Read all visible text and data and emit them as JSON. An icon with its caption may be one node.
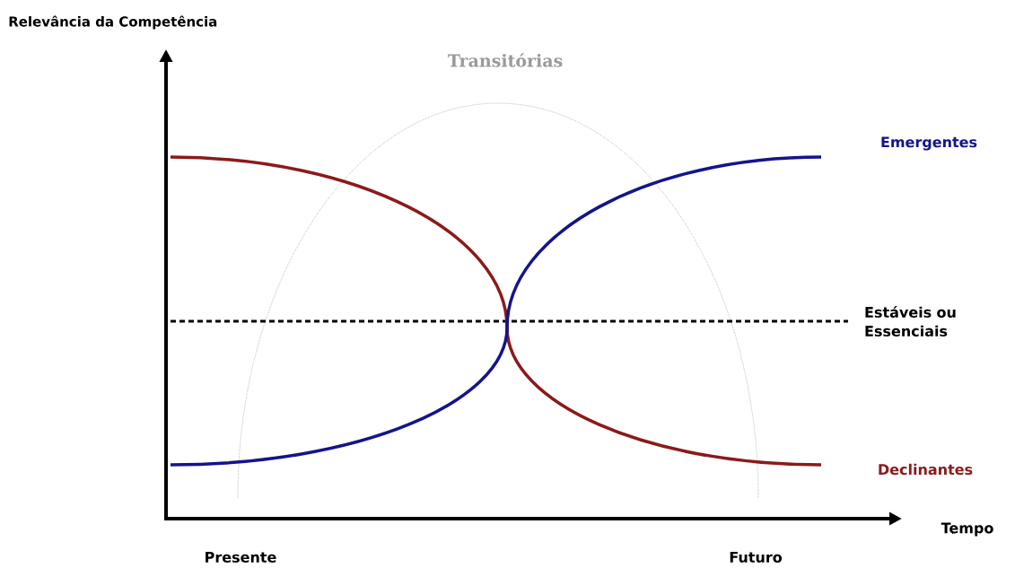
{
  "diagram": {
    "labels": [
      "Relevância da Competência",
      "Transitórias",
      "Emergentes",
      "Estáveis ou Essenciais",
      "Declinantes",
      "Tempo",
      "Presente",
      "Futuro"
    ]
  }
}
